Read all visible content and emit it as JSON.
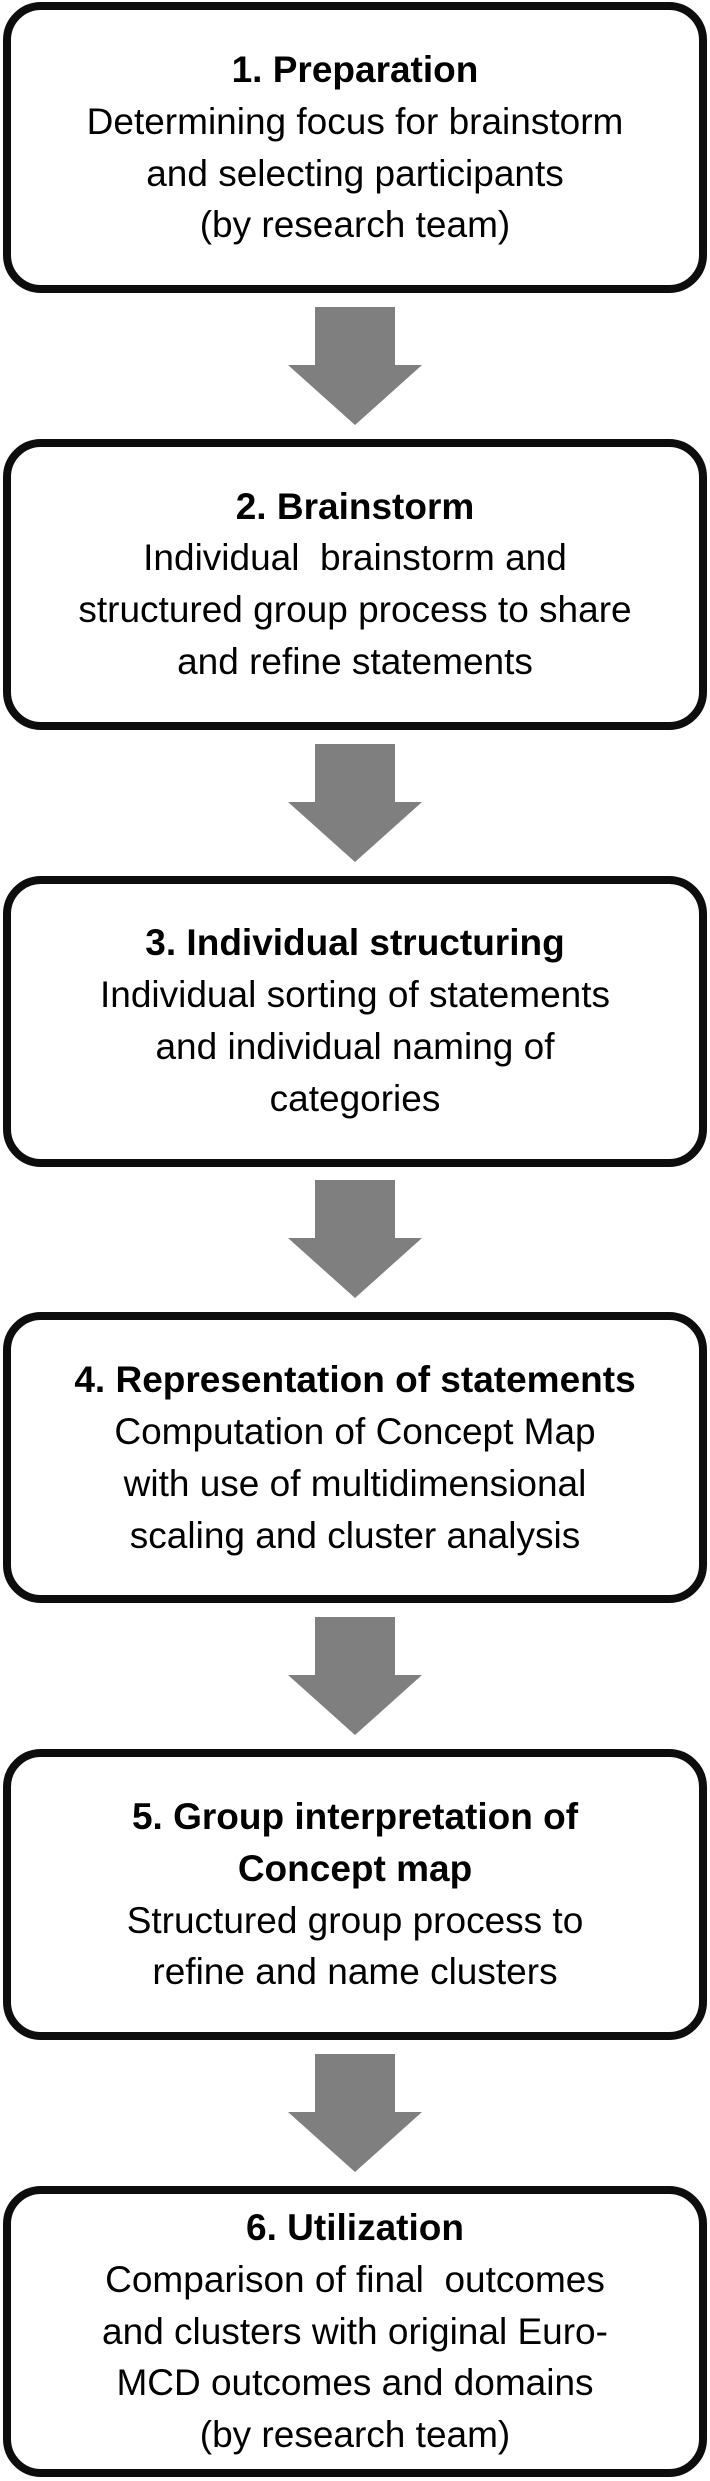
{
  "figure": {
    "description": "Six-step concept mapping procedure flowchart",
    "background_color": "#ffffff",
    "box_fill_color": "#ffffff",
    "box_border_color": "#0d0d0d",
    "text_color": "#000000",
    "arrow_color": "#7f7f7f",
    "steps": [
      {
        "title": "1. Preparation",
        "body": "Determining focus for brainstorm\nand selecting participants\n(by research team)"
      },
      {
        "title": "2. Brainstorm",
        "body": "Individual  brainstorm and\nstructured group process to share\nand refine statements"
      },
      {
        "title": "3. Individual structuring",
        "body": "Individual sorting of statements\nand individual naming of\ncategories"
      },
      {
        "title": "4. Representation of statements",
        "body": "Computation of Concept Map\nwith use of multidimensional\nscaling and cluster analysis"
      },
      {
        "title": "5. Group interpretation of\nConcept map",
        "body": "Structured group process to\nrefine and name clusters"
      },
      {
        "title": "6. Utilization",
        "body": "Comparison of final  outcomes\nand clusters with original Euro-\nMCD outcomes and domains\n(by research team)"
      }
    ]
  }
}
